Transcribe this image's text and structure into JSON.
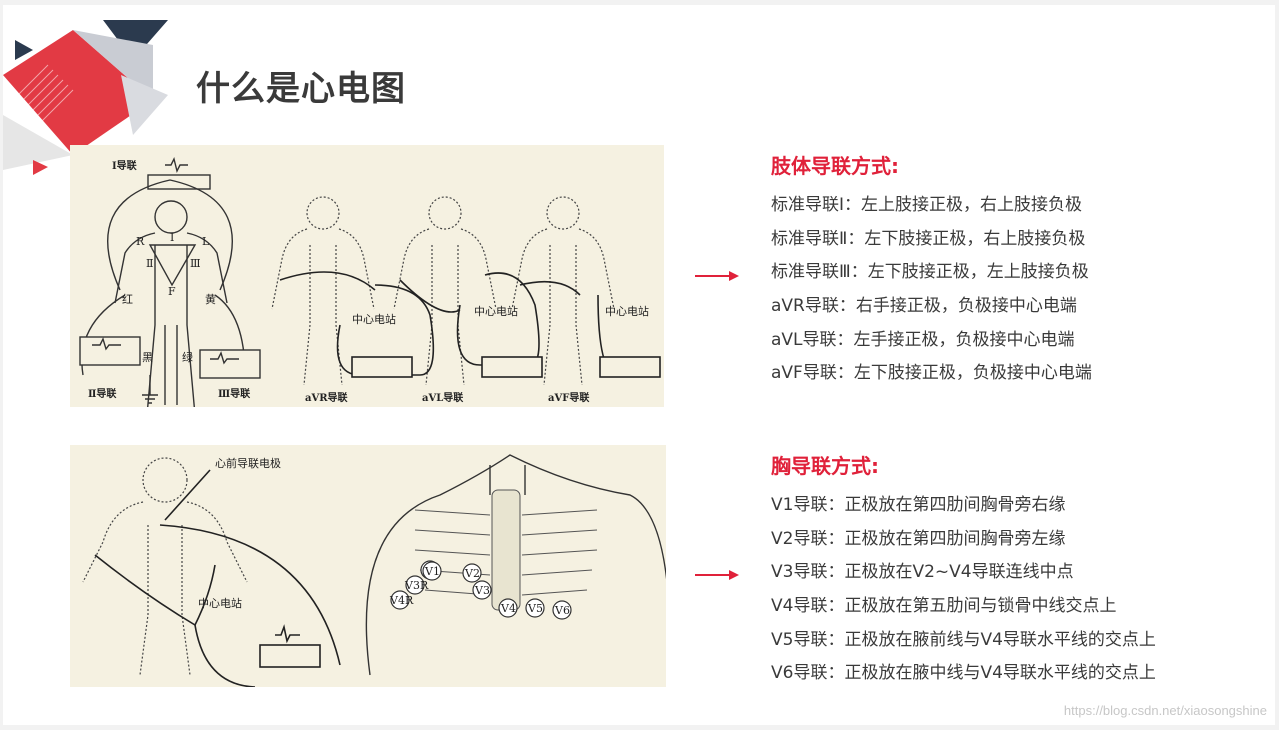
{
  "title": "什么是心电图",
  "limb_section": {
    "heading": "肢体导联方式:",
    "items": [
      "标准导联Ⅰ：左上肢接正极，右上肢接负极",
      "标准导联Ⅱ：左下肢接正极，右上肢接负极",
      "标准导联Ⅲ：左下肢接正极，左上肢接负极",
      "aVR导联：右手接正极，负极接中心电端",
      "aVL导联：左手接正极，负极接中心电端",
      "aVF导联：左下肢接正极，负极接中心电端"
    ]
  },
  "chest_section": {
    "heading": "胸导联方式:",
    "items": [
      "V1导联：正极放在第四肋间胸骨旁右缘",
      "V2导联：正极放在第四肋间胸骨旁左缘",
      "V3导联：正极放在V2~V4导联连线中点",
      "V4导联：正极放在第五肋间与锁骨中线交点上",
      "V5导联：正极放在腋前线与V4导联水平线的交点上",
      "V6导联：正极放在腋中线与V4导联水平线的交点上"
    ]
  },
  "limb_figure": {
    "lead1": "Ⅰ导联",
    "lead2": "Ⅱ导联",
    "lead3": "Ⅲ导联",
    "r": "R",
    "l": "L",
    "f": "F",
    "i": "Ⅰ",
    "ii": "Ⅱ",
    "iii": "Ⅲ",
    "red": "红",
    "yellow": "黄",
    "black": "黑",
    "green": "绿",
    "central": "中心电站",
    "avr": "aVR导联",
    "avl": "aVL导联",
    "avf": "aVF导联"
  },
  "chest_figure": {
    "electrode": "心前导联电极",
    "central": "中心电站",
    "v1": "V1",
    "v2": "V2",
    "v3": "V3",
    "v3r": "V3R",
    "v4r": "V4R",
    "v4": "V4",
    "v5": "V5",
    "v6": "V6"
  },
  "watermark": "https://blog.csdn.net/xiaosongshine",
  "colors": {
    "accent": "#e0213a",
    "text": "#3a3a3a",
    "dark_triangle": "#2b3a4e"
  }
}
